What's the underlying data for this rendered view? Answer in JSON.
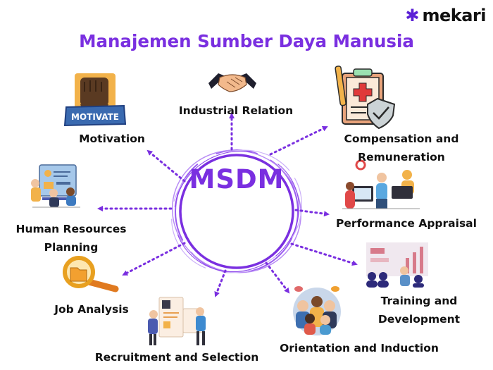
{
  "brand": {
    "name": "mekari",
    "logo_icon": "asterisk-star-icon"
  },
  "title": "Manajemen Sumber Daya Manusia",
  "center_label": "MSDM",
  "colors": {
    "accent": "#7a2fe0",
    "brand": "#5b21d6",
    "text": "#111111"
  },
  "nodes": [
    {
      "label": "Industrial Relation",
      "icon": "handshake-icon"
    },
    {
      "label": "Compensation and\nRemuneration",
      "icon": "clipboard-medical-shield-icon"
    },
    {
      "label": "Performance Appraisal",
      "icon": "people-dashboard-icon"
    },
    {
      "label": "Training and\nDevelopment",
      "icon": "training-presentation-icon"
    },
    {
      "label": "Orientation and Induction",
      "icon": "team-group-icon"
    },
    {
      "label": "Recruitment and Selection",
      "icon": "recruitment-profiles-icon"
    },
    {
      "label": "Job Analysis",
      "icon": "magnifier-folder-icon"
    },
    {
      "label": "Human Resources\nPlanning",
      "icon": "planning-board-icon"
    },
    {
      "label": "Motivation",
      "icon": "motivate-fist-icon"
    }
  ],
  "motivate_badge": "MOTIVATE"
}
